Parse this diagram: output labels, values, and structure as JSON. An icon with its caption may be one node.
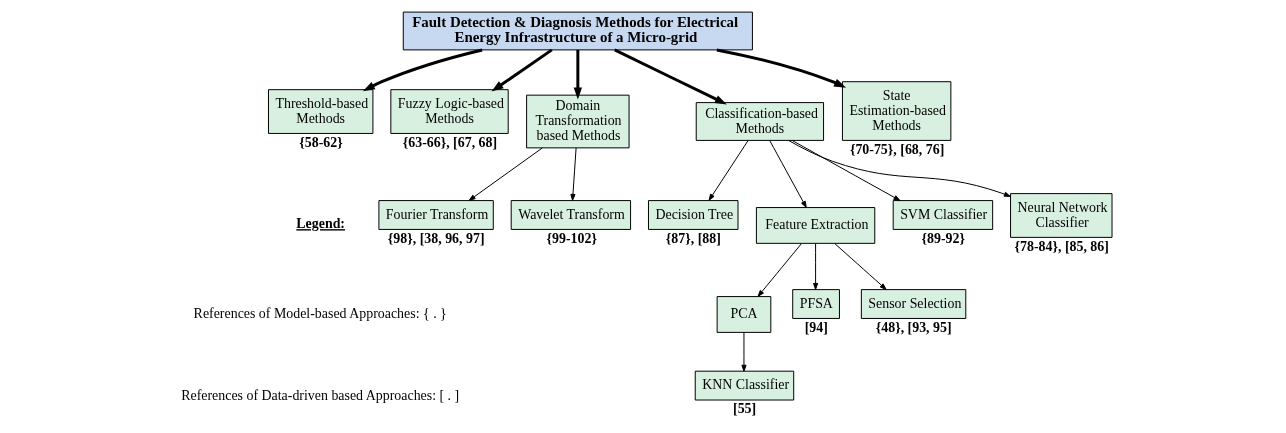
{
  "diagram": {
    "nodes": [
      {
        "text": [
          "Fault Detection & Diagnosis Methods for Electrical Energy Infrastructure of a Micro-grid"
        ]
      },
      {
        "text": [
          "Threshold-based Methods"
        ],
        "beside": [
          "{58-62}"
        ]
      },
      {
        "text": [
          "Fuzzy Logic-based Methods"
        ],
        "beside": [
          "{63-66}, [67, 68]"
        ]
      },
      {
        "text": [
          "Domain Transformation based Methods"
        ]
      },
      {
        "text": [
          "Classification-based Methods"
        ]
      },
      {
        "text": [
          "State Estimation-based Methods"
        ],
        "beside": [
          "{70-75}, [68, 76]"
        ]
      },
      {
        "text": [
          "Fourier Transform"
        ],
        "beside": [
          "{98}, [38, 96, 97]"
        ]
      },
      {
        "text": [
          "Wavelet Transform"
        ],
        "beside": [
          "{99-102}"
        ]
      },
      {
        "text": [
          "Decision Tree"
        ],
        "beside": [
          "{87}, [88]"
        ]
      },
      {
        "text": [
          "Feature Extraction"
        ]
      },
      {
        "text": [
          "SVM Classifier"
        ],
        "beside": [
          "{89-92}"
        ]
      },
      {
        "text": [
          "Neural Network Classifier"
        ],
        "beside": [
          "{78-84}, [85, 86]"
        ]
      },
      {
        "text": [
          "PCA"
        ]
      },
      {
        "text": [
          "PFSA"
        ],
        "beside": [
          "[94]"
        ]
      },
      {
        "text": [
          "Sensor Selection"
        ],
        "beside": [
          "{48}, [93, 95]"
        ]
      },
      {
        "text": [
          "KNN Classifier"
        ],
        "beside": [
          "[55]"
        ]
      }
    ],
    "edges": [
      {
        "from": 0,
        "to": 1,
        "arrow": "to",
        "style": "thick"
      },
      {
        "from": 0,
        "to": 2,
        "arrow": "to",
        "style": "thick"
      },
      {
        "from": 0,
        "to": 3,
        "arrow": "to",
        "style": "thick"
      },
      {
        "from": 0,
        "to": 4,
        "arrow": "to",
        "style": "thick"
      },
      {
        "from": 0,
        "to": 5,
        "arrow": "to",
        "style": "thick"
      },
      {
        "from": 3,
        "to": 6,
        "arrow": "to"
      },
      {
        "from": 3,
        "to": 7,
        "arrow": "to"
      },
      {
        "from": 4,
        "to": 8,
        "arrow": "to"
      },
      {
        "from": 4,
        "to": 9,
        "arrow": "to"
      },
      {
        "from": 4,
        "to": 10,
        "arrow": "to"
      },
      {
        "from": 4,
        "to": 11,
        "arrow": "to"
      },
      {
        "from": 9,
        "to": 12,
        "arrow": "to"
      },
      {
        "from": 9,
        "to": 13,
        "arrow": "to"
      },
      {
        "from": 9,
        "to": 14,
        "arrow": "to"
      },
      {
        "from": 12,
        "to": 15,
        "arrow": "to"
      }
    ],
    "labels": [
      "Legend:"
    ],
    "legend": [
      {
        "text": "References of Model-based Approaches: { . }"
      },
      {
        "text": "References of Data-driven based Approaches: [ . ]"
      }
    ]
  }
}
